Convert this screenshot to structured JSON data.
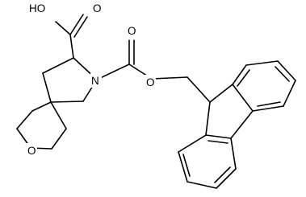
{
  "atoms": {
    "carboxylic_acid": "HO",
    "carbonyl_oxygen_acid": "O",
    "carbonyl_oxygen_carbamate": "O",
    "ester_oxygen": "O",
    "ring_nitrogen": "N",
    "ring_ether_oxygen": "O"
  }
}
